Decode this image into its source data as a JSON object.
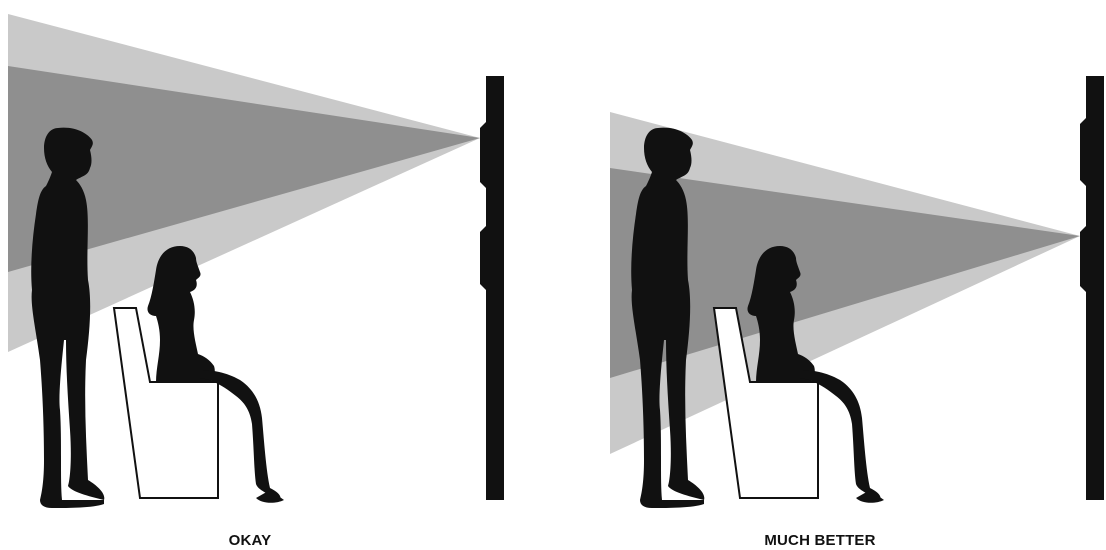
{
  "panels": [
    {
      "id": "left",
      "caption": "OKAY"
    },
    {
      "id": "right",
      "caption": "MUCH BETTER"
    }
  ],
  "colors": {
    "outer_cone": "#c9c9c9",
    "inner_cone": "#8f8f8f",
    "silhouette": "#111111",
    "wall": "#111111",
    "chair_fill": "#ffffff",
    "chair_stroke": "#111111"
  }
}
